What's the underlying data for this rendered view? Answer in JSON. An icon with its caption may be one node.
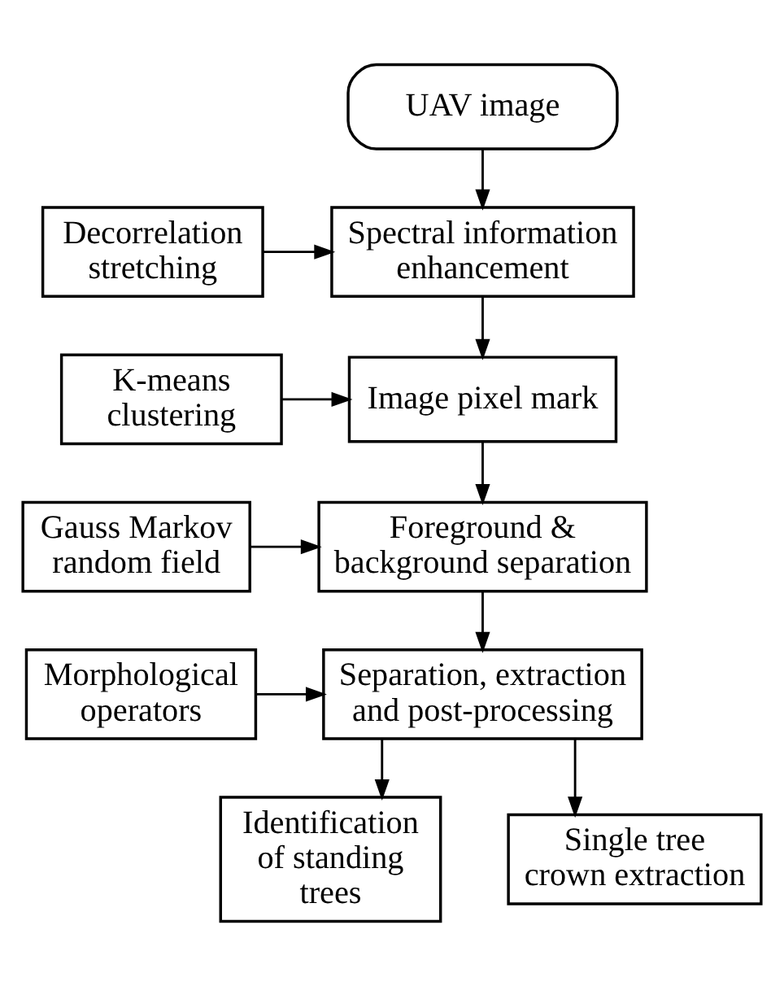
{
  "diagram": {
    "nodes": [
      {
        "text": [
          "UAV image"
        ]
      },
      {
        "text": [
          "Decorrelation stretching"
        ]
      },
      {
        "text": [
          "Spectral information enhancement"
        ]
      },
      {
        "text": [
          "K-means clustering"
        ]
      },
      {
        "text": [
          "Image pixel mark"
        ]
      },
      {
        "text": [
          "Gauss Markov random field"
        ]
      },
      {
        "text": [
          "Foreground & background separation"
        ]
      },
      {
        "text": [
          "Morphological operators"
        ]
      },
      {
        "text": [
          "Separation, extraction and post-processing"
        ]
      },
      {
        "text": [
          "Identification of standing trees"
        ]
      },
      {
        "text": [
          "Single tree crown extraction"
        ]
      }
    ],
    "edges": [
      {
        "from": 0,
        "to": 2,
        "arrow": "to"
      },
      {
        "from": 1,
        "to": 2,
        "arrow": "to"
      },
      {
        "from": 2,
        "to": 4,
        "arrow": "to"
      },
      {
        "from": 3,
        "to": 4,
        "arrow": "to"
      },
      {
        "from": 4,
        "to": 6,
        "arrow": "to"
      },
      {
        "from": 5,
        "to": 6,
        "arrow": "to"
      },
      {
        "from": 6,
        "to": 8,
        "arrow": "to"
      },
      {
        "from": 7,
        "to": 8,
        "arrow": "to"
      },
      {
        "from": 8,
        "to": 9,
        "arrow": "to"
      },
      {
        "from": 8,
        "to": 10,
        "arrow": "to"
      }
    ]
  }
}
